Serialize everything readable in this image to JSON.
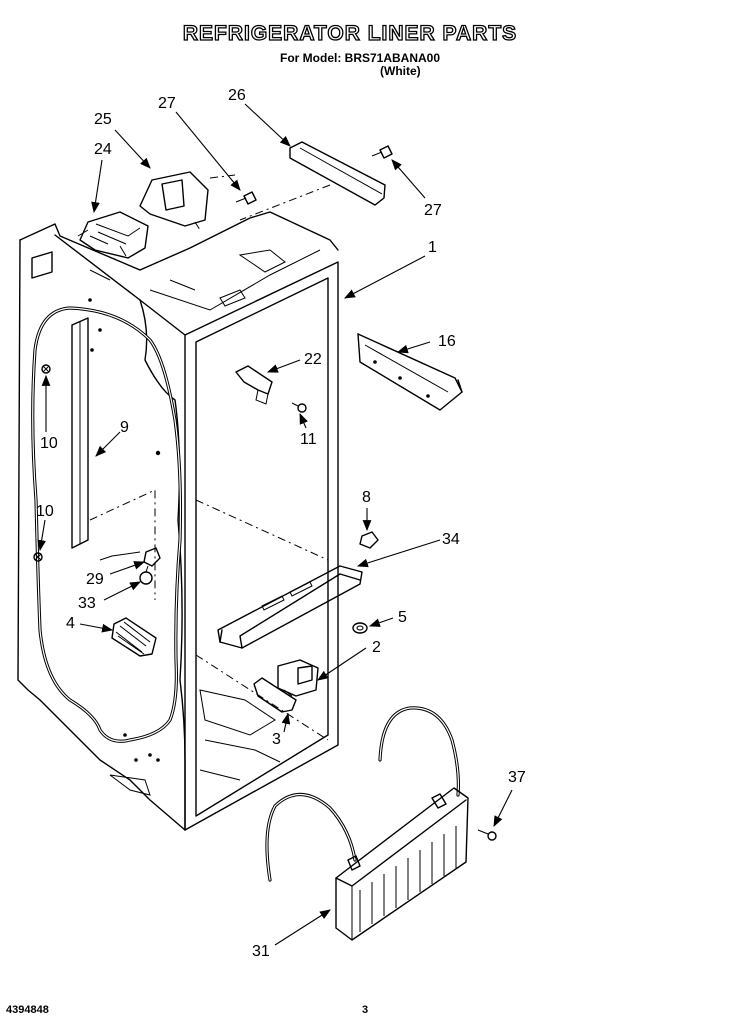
{
  "header": {
    "title": "REFRIGERATOR LINER PARTS",
    "model_line": "For Model: BRS71ABANA00",
    "color_line": "(White)"
  },
  "footer": {
    "doc_number": "4394848",
    "page_number": "3"
  },
  "callouts": {
    "c1": "1",
    "c2": "2",
    "c3": "3",
    "c4": "4",
    "c5": "5",
    "c8": "8",
    "c9": "9",
    "c10a": "10",
    "c10b": "10",
    "c11": "11",
    "c16": "16",
    "c22": "22",
    "c24": "24",
    "c25": "25",
    "c26": "26",
    "c27a": "27",
    "c27b": "27",
    "c29": "29",
    "c31": "31",
    "c33": "33",
    "c34": "34",
    "c37": "37"
  }
}
